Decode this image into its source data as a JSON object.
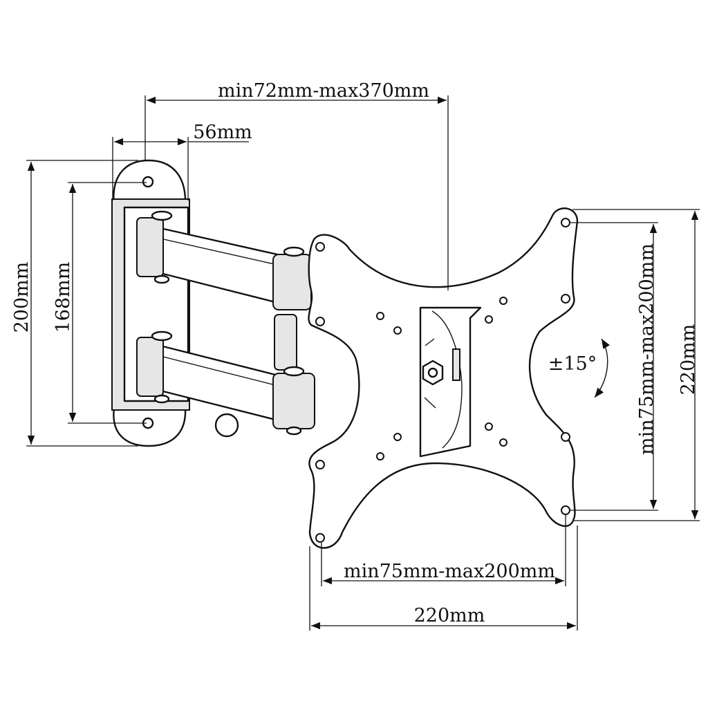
{
  "title": "Swivel TV wall mount dimension drawing",
  "dimensions": {
    "arm_extension": "min72mm-max370mm",
    "wall_plate_width": "56mm",
    "wall_plate_height": "200mm",
    "wall_hole_spacing": "168mm",
    "tilt": "±15°",
    "vesa_vertical": "min75mm-max200mm",
    "plate_height": "220mm",
    "vesa_horizontal": "min75mm-max200mm",
    "plate_width": "220mm"
  },
  "colors": {
    "line": "#111111",
    "background": "#ffffff"
  }
}
